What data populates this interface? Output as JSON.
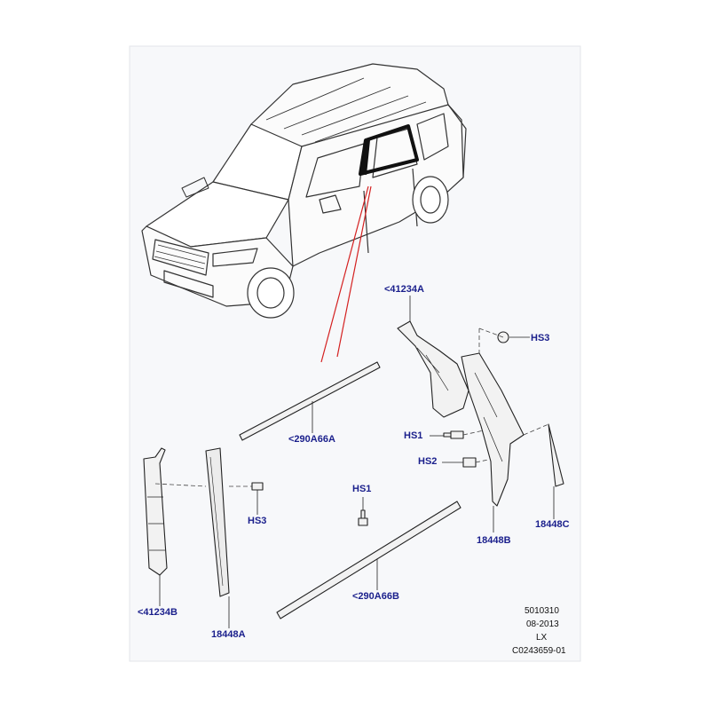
{
  "colors": {
    "panel": "#f7f8fa",
    "line": "#222222",
    "callout": "#1a1f8c",
    "pointer": "#d42020"
  },
  "callouts": {
    "c41234A": "<41234A",
    "hs3_top": "HS3",
    "hs1_upper": "HS1",
    "hs2": "HS2",
    "c290A66A": "<290A66A",
    "c18448B": "18448B",
    "c18448C": "18448C",
    "hs3_left": "HS3",
    "hs1_lower": "HS1",
    "c41234B": "<41234B",
    "c18448A": "18448A",
    "c290A66B": "<290A66B"
  },
  "footer": {
    "line1": "5010310",
    "line2": "08-2013",
    "line3": "LX",
    "line4": "C0243659-01"
  }
}
